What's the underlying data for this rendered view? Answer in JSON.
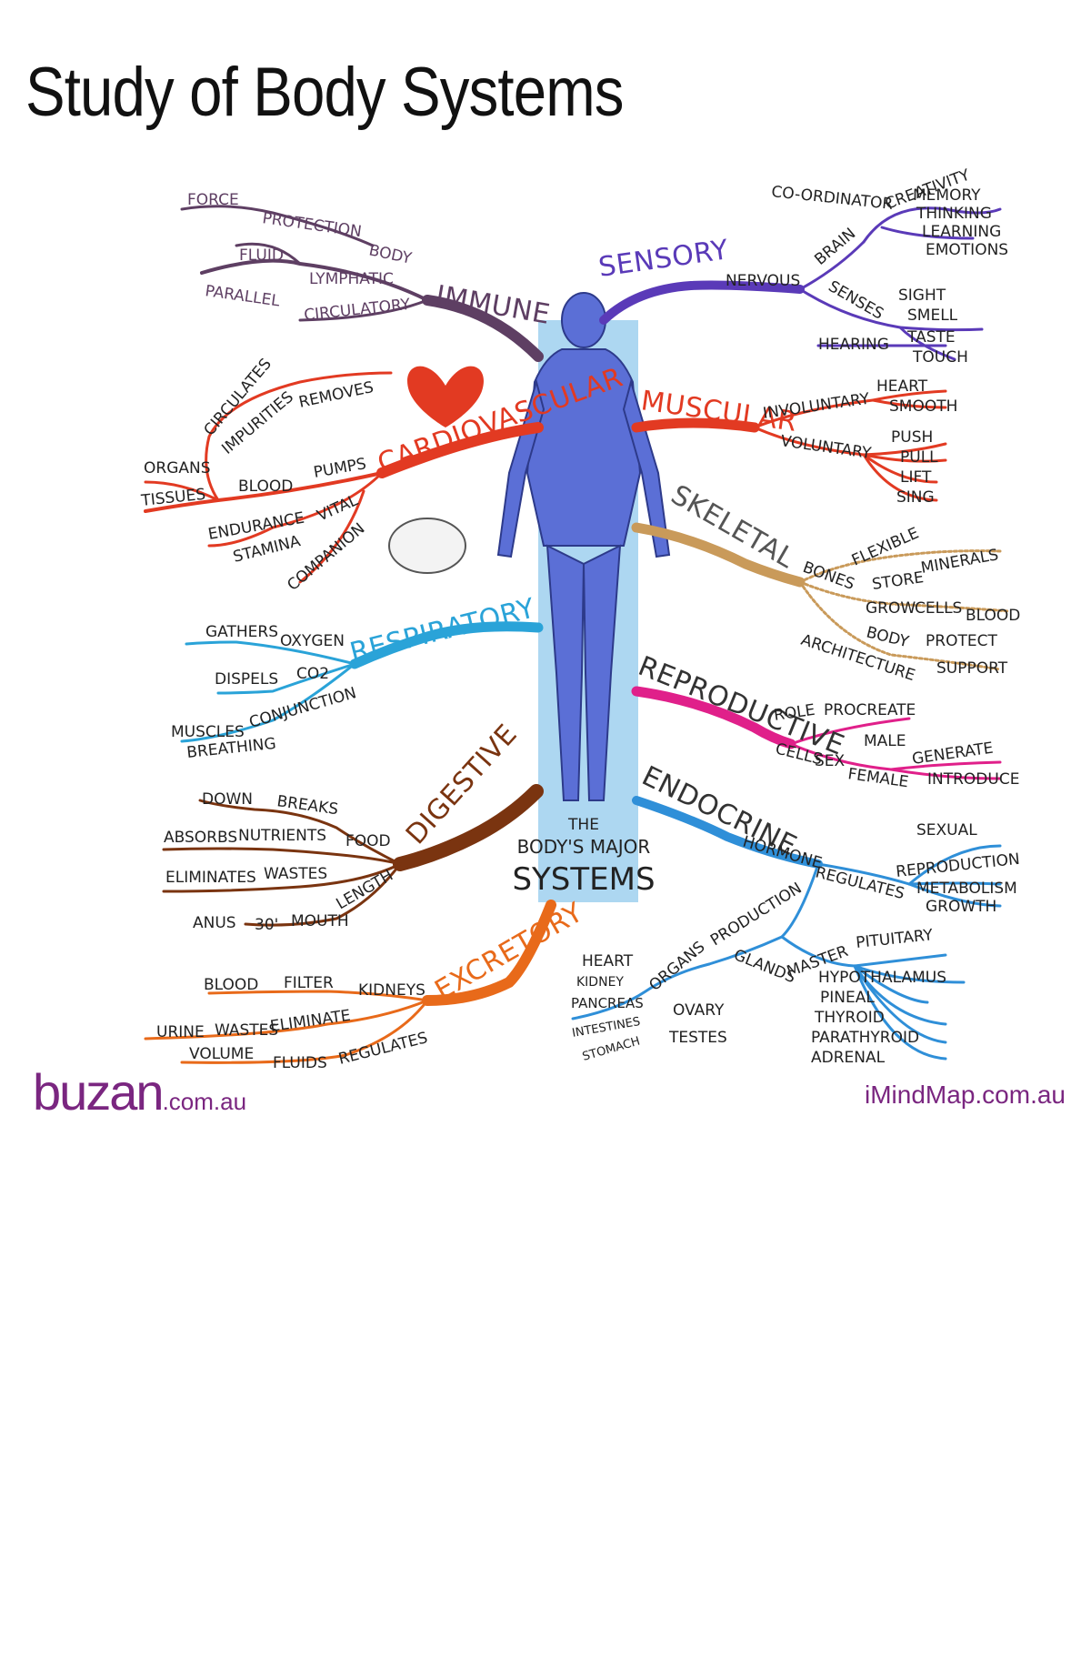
{
  "title": "Study of Body Systems",
  "center": {
    "line1": "THE",
    "line2": "BODY'S MAJOR",
    "line3": "SYSTEMS"
  },
  "colors": {
    "immune": "#5e3f63",
    "cardiovascular": "#e23a22",
    "respiratory": "#2aa3d8",
    "digestive": "#7a3410",
    "excretory": "#e86a1a",
    "sensory": "#5a3ab8",
    "muscular": "#e23a22",
    "skeletal": "#c99a5a",
    "reproductive": "#e0208a",
    "endocrine": "#2f8fd8",
    "body": "#5b6fd6",
    "brand": "#7a2680"
  },
  "branches": {
    "immune": {
      "label": "IMMUNE",
      "sub": [
        "FORCE",
        "PROTECTION",
        "BODY",
        "FLUID",
        "LYMPHATIC",
        "PARALLEL",
        "CIRCULATORY"
      ]
    },
    "cardiovascular": {
      "label": "CARDIOVASCULAR",
      "sub": [
        "CIRCULATES",
        "IMPURITIES",
        "REMOVES",
        "ORGANS",
        "TISSUES",
        "BLOOD",
        "PUMPS",
        "ENDURANCE",
        "VITAL",
        "STAMINA",
        "COMPANION"
      ]
    },
    "respiratory": {
      "label": "RESPIRATORY",
      "sub": [
        "GATHERS",
        "OXYGEN",
        "DISPELS",
        "CO2",
        "MUSCLES",
        "CONJUNCTION",
        "BREATHING"
      ]
    },
    "digestive": {
      "label": "DIGESTIVE",
      "sub": [
        "DOWN",
        "BREAKS",
        "ABSORBS",
        "NUTRIENTS",
        "FOOD",
        "ELIMINATES",
        "WASTES",
        "LENGTH",
        "ANUS",
        "30'",
        "MOUTH"
      ]
    },
    "excretory": {
      "label": "EXCRETORY",
      "sub": [
        "BLOOD",
        "FILTER",
        "KIDNEYS",
        "URINE",
        "WASTES",
        "ELIMINATE",
        "VOLUME",
        "FLUIDS",
        "REGULATES"
      ]
    },
    "sensory": {
      "label": "SENSORY",
      "sub": [
        "NERVOUS",
        "BRAIN",
        "CO-ORDINATOR",
        "CREATIVITY",
        "MEMORY",
        "THINKING",
        "LEARNING",
        "EMOTIONS",
        "SENSES",
        "SIGHT",
        "SMELL",
        "TASTE",
        "TOUCH",
        "HEARING"
      ]
    },
    "muscular": {
      "label": "MUSCULAR",
      "sub": [
        "INVOLUNTARY",
        "HEART",
        "SMOOTH",
        "VOLUNTARY",
        "PUSH",
        "PULL",
        "LIFT",
        "SING"
      ]
    },
    "skeletal": {
      "label": "SKELETAL",
      "sub": [
        "BONES",
        "FLEXIBLE",
        "STORE",
        "MINERALS",
        "GROW",
        "CELLS",
        "BLOOD",
        "BODY",
        "PROTECT",
        "ARCHITECTURE",
        "SUPPORT"
      ]
    },
    "reproductive": {
      "label": "REPRODUCTIVE",
      "sub": [
        "ROLE",
        "PROCREATE",
        "CELLS",
        "SEX",
        "MALE",
        "FEMALE",
        "GENERATE",
        "INTRODUCE"
      ]
    },
    "endocrine": {
      "label": "ENDOCRINE",
      "sub": [
        "HORMONE",
        "REGULATES",
        "SEXUAL",
        "REPRODUCTION",
        "METABOLISM",
        "GROWTH",
        "PRODUCTION",
        "ORGANS",
        "GLANDS",
        "MASTER",
        "PITUITARY",
        "HYPOTHALAMUS",
        "PINEAL",
        "THYROID",
        "PARATHYROID",
        "ADRENAL",
        "HEART",
        "KIDNEY",
        "PANCREAS",
        "INTESTINES",
        "STOMACH",
        "OVARY",
        "TESTES"
      ]
    }
  },
  "footer": {
    "brand_main": "buzan",
    "brand_suffix": ".com.au",
    "right": "iMindMap.com.au"
  }
}
